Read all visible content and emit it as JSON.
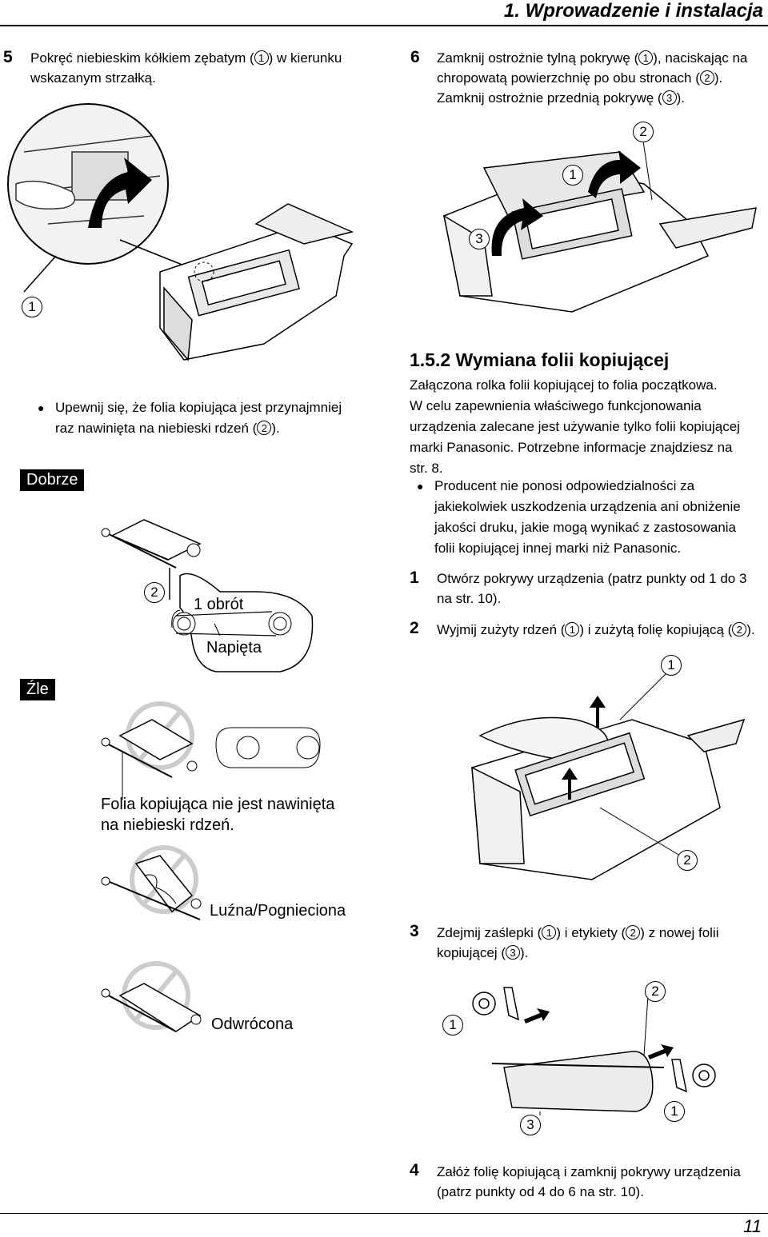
{
  "header": {
    "title": "1. Wprowadzenie i instalacja"
  },
  "steps_left": {
    "step5": {
      "num": "5",
      "text_before": "Pokręć niebieskim kółkiem zębatym (",
      "c1": "1",
      "text_after": ") w kierunku",
      "line2": "wskazanym strzałką."
    },
    "fig_callout_1": "1",
    "bullet": {
      "line1": "Upewnij się, że folia kopiująca jest przynajmniej",
      "line2_before": "raz nawinięta na niebieski rdzeń (",
      "c2": "2",
      "line2_after": ")."
    },
    "good_label": "Dobrze",
    "good_callout": "2",
    "one_turn": "1 obrót",
    "taut": "Napięta",
    "bad_label": "Źle",
    "bad1_line1": "Folia kopiująca nie jest nawinięta",
    "bad1_line2": "na niebieski rdzeń.",
    "bad2": "Luźna/Pognieciona",
    "bad3": "Odwrócona"
  },
  "steps_right": {
    "step6": {
      "num": "6",
      "l1_before": "Zamknij ostrożnie tylną pokrywę (",
      "c1": "1",
      "l1_after": "), naciskając na",
      "l2_before": "chropowatą powierzchnię po obu stronach (",
      "c2": "2",
      "l2_after": ").",
      "l3_before": "Zamknij ostrożnie przednią pokrywę (",
      "c3": "3",
      "l3_after": ")."
    },
    "fig6_callouts": [
      "2",
      "1",
      "3"
    ],
    "section": {
      "title": "1.5.2 Wymiana folii kopiującej",
      "p1": "Załączona rolka folii kopiującej to folia początkowa.",
      "p2": "W celu zapewnienia właściwego funkcjonowania",
      "p3": "urządzenia zalecane jest używanie tylko folii kopiującej",
      "p4": "marki Panasonic. Potrzebne informacje znajdziesz na",
      "p5": "str. 8.",
      "b1": "Producent nie ponosi odpowiedzialności za",
      "b2": "jakiekolwiek uszkodzenia urządzenia ani obniżenie",
      "b3": "jakości druku, jakie mogą wynikać z zastosowania",
      "b4": "folii kopiującej innej marki niż Panasonic."
    },
    "step1": {
      "num": "1",
      "line1": "Otwórz pokrywy urządzenia (patrz punkty od 1 do 3",
      "line2": "na str. 10)."
    },
    "step2": {
      "num": "2",
      "before": "Wyjmij zużyty rdzeń (",
      "c1": "1",
      "mid": ") i zużytą folię kopiującą (",
      "c2": "2",
      "after": ")."
    },
    "fig2_callouts": [
      "1",
      "2"
    ],
    "step3": {
      "num": "3",
      "l1_before": "Zdejmij zaślepki (",
      "c1": "1",
      "l1_mid": ") i etykiety (",
      "c2": "2",
      "l1_after": ") z nowej folii",
      "l2_before": "kopiującej (",
      "c3": "3",
      "l2_after": ")."
    },
    "fig3_callouts": [
      "2",
      "1",
      "1",
      "3"
    ],
    "step4": {
      "num": "4",
      "line1": "Załóż folię kopiującą i zamknij pokrywy urządzenia",
      "line2": "(patrz punkty od 4 do 6 na str. 10)."
    }
  },
  "footer": {
    "page_number": "11"
  }
}
